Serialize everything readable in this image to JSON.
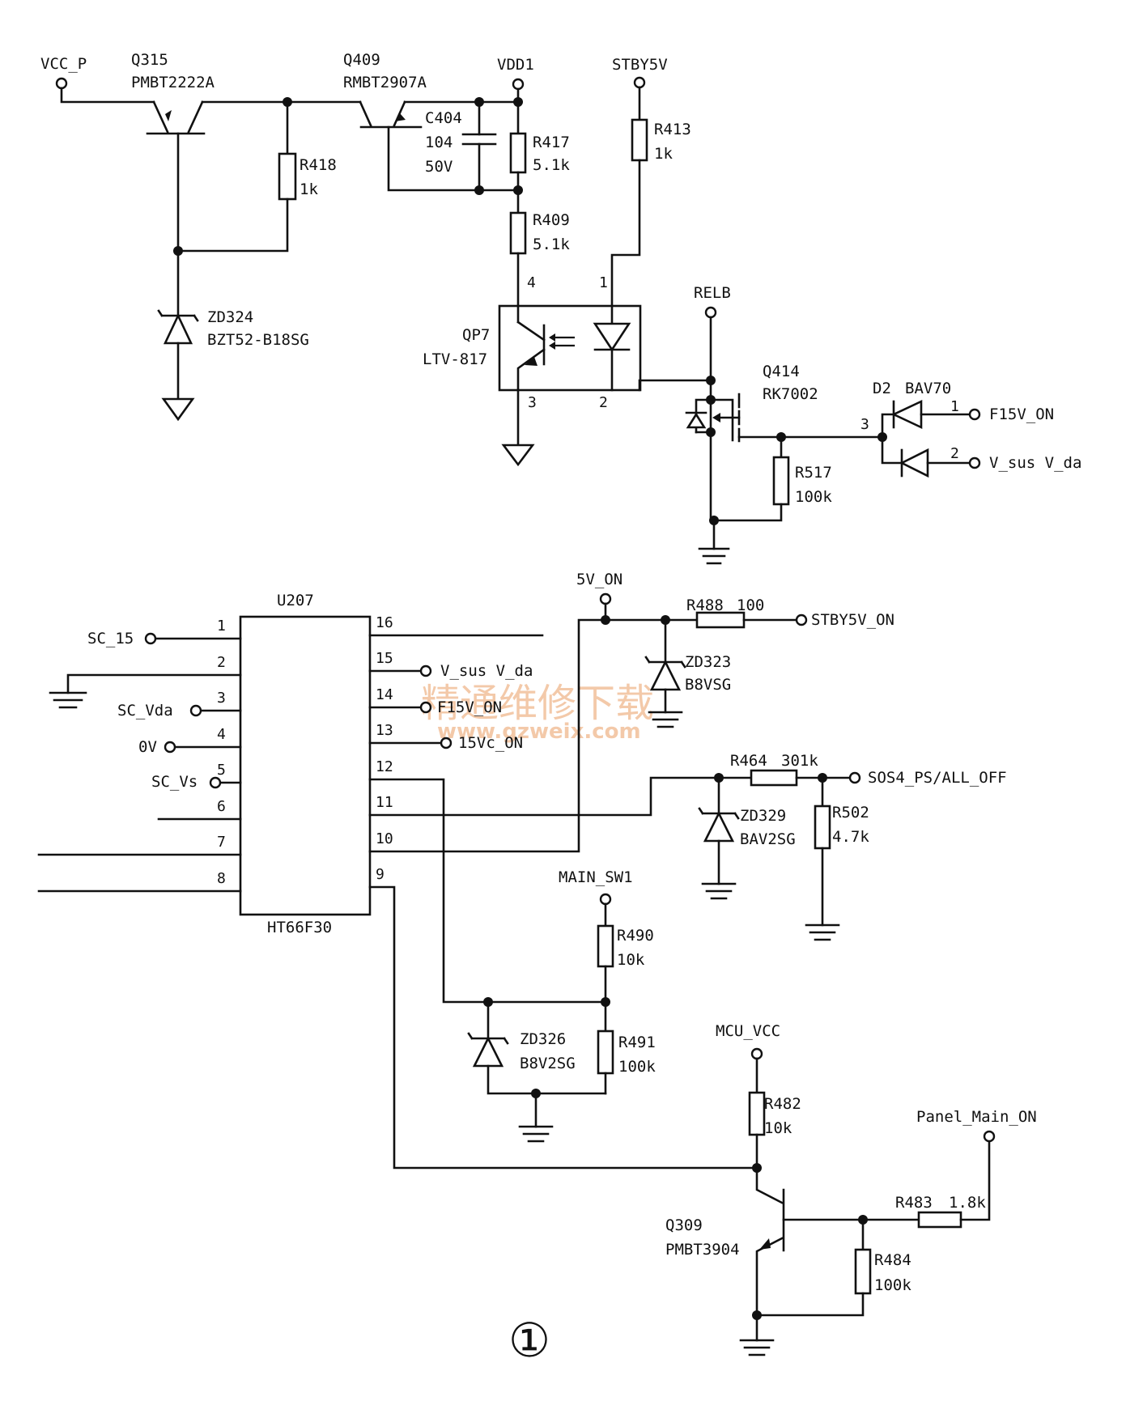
{
  "nets": {
    "vcc_p": "VCC_P",
    "vdd1": "VDD1",
    "stby5v": "STBY5V",
    "relb": "RELB",
    "f15v_on": "F15V_ON",
    "vsus_vda": "V_sus V_da",
    "v5_on": "5V_ON",
    "stby5v_on": "STBY5V_ON",
    "sos4": "SOS4_PS/ALL_OFF",
    "main_sw1": "MAIN_SW1",
    "mcu_vcc": "MCU_VCC",
    "panel_main_on": "Panel_Main_ON"
  },
  "parts": {
    "q315": {
      "ref": "Q315",
      "value": "PMBT2222A"
    },
    "q409": {
      "ref": "Q409",
      "value": "RMBT2907A"
    },
    "c404": {
      "ref": "C404",
      "value": "104",
      "voltage": "50V"
    },
    "r417": {
      "ref": "R417",
      "value": "5.1k"
    },
    "r418": {
      "ref": "R418",
      "value": "1k"
    },
    "r409": {
      "ref": "R409",
      "value": "5.1k"
    },
    "r413": {
      "ref": "R413",
      "value": "1k"
    },
    "zd324": {
      "ref": "ZD324",
      "value": "BZT52-B18SG"
    },
    "qp7": {
      "ref": "QP7",
      "value": "LTV-817",
      "pins": [
        "4",
        "1",
        "3",
        "2"
      ]
    },
    "q414": {
      "ref": "Q414",
      "value": "RK7002"
    },
    "d2": {
      "ref": "D2",
      "value": "BAV70",
      "pins": [
        "1",
        "2",
        "3"
      ]
    },
    "r517": {
      "ref": "R517",
      "value": "100k"
    },
    "u207": {
      "ref": "U207",
      "value": "HT66F30",
      "left_pins": [
        "1",
        "2",
        "3",
        "4",
        "5",
        "6",
        "7",
        "8"
      ],
      "right_pins": [
        "16",
        "15",
        "14",
        "13",
        "12",
        "11",
        "10",
        "9"
      ]
    },
    "r488": {
      "ref": "R488",
      "value": "100"
    },
    "zd323": {
      "ref": "ZD323",
      "value": "B8VSG"
    },
    "r464": {
      "ref": "R464",
      "value": "301k"
    },
    "zd329": {
      "ref": "ZD329",
      "value": "BAV2SG"
    },
    "r502": {
      "ref": "R502",
      "value": "4.7k"
    },
    "r490": {
      "ref": "R490",
      "value": "10k"
    },
    "zd326": {
      "ref": "ZD326",
      "value": "B8V2SG"
    },
    "r491": {
      "ref": "R491",
      "value": "100k"
    },
    "r482": {
      "ref": "R482",
      "value": "10k"
    },
    "q309": {
      "ref": "Q309",
      "value": "PMBT3904"
    },
    "r483": {
      "ref": "R483",
      "value": "1.8k"
    },
    "r484": {
      "ref": "R484",
      "value": "100k"
    }
  },
  "u207_signals": {
    "sc_15": "SC_15",
    "sc_vda": "SC_Vda",
    "zero_v": "0V",
    "sc_vs": "SC_Vs",
    "vsus_vda": "V_sus V_da",
    "f15v_on": "F15V_ON",
    "v15c_on": "15Vc_ON"
  },
  "watermark": {
    "text": "精通维修下载",
    "url": "www.gzweix.com"
  },
  "figure_label": "①"
}
